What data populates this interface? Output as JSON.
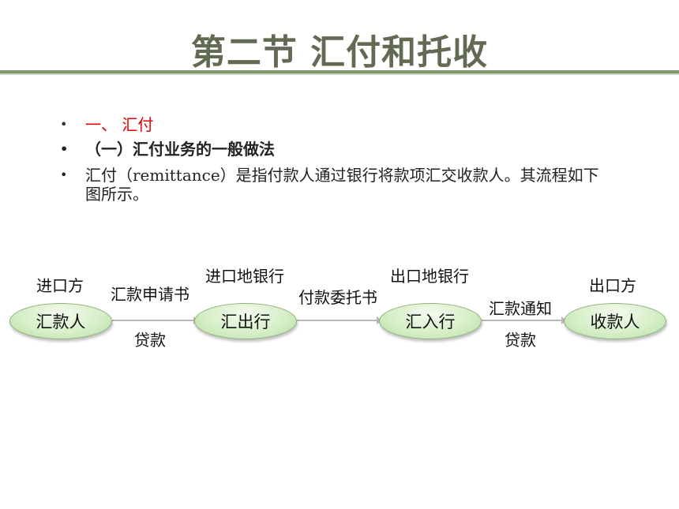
{
  "slide": {
    "title": "第二节 汇付和托收",
    "bullets": [
      {
        "text": "一、 汇付"
      },
      {
        "text": "（一）汇付业务的一般做法"
      },
      {
        "text": "汇付（remittance）是指付款人通过银行将款项汇交收款人。其流程如下图所示。"
      }
    ]
  },
  "flow": {
    "nodes": [
      {
        "label": "汇款人",
        "role": "进口方"
      },
      {
        "label": "汇出行",
        "role": "进口地银行"
      },
      {
        "label": "汇入行",
        "role": "出口地银行"
      },
      {
        "label": "收款人",
        "role": "出口方"
      }
    ],
    "edges": [
      {
        "doc": "汇款申请书",
        "sub": "贷款"
      },
      {
        "doc": "付款委托书",
        "sub": ""
      },
      {
        "doc": "汇款通知",
        "sub": "贷款"
      }
    ]
  }
}
